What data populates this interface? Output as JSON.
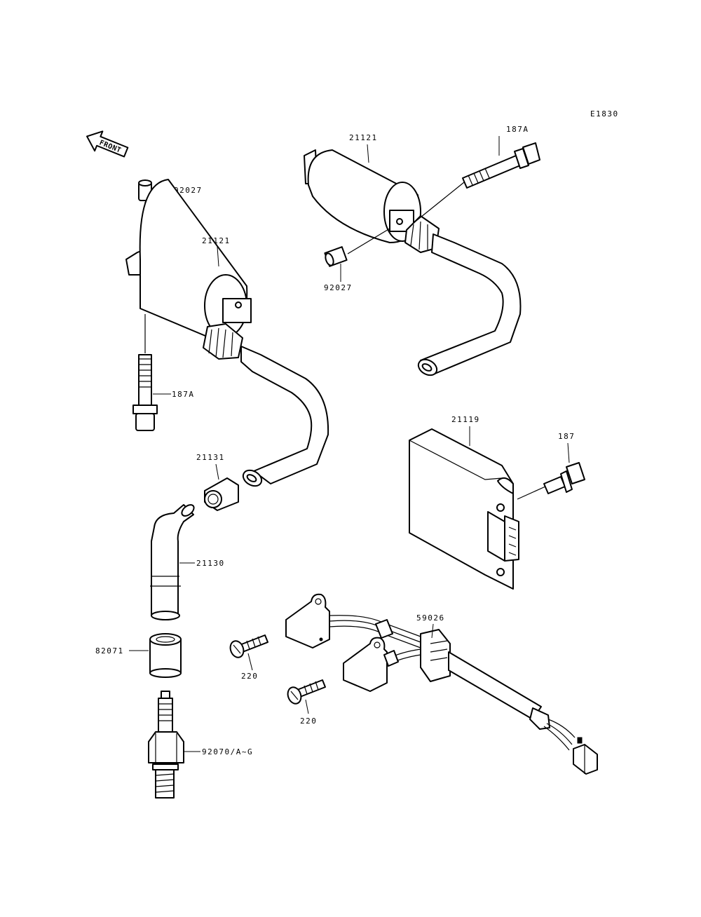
{
  "diagram": {
    "ref_code": "E1830",
    "front_label": "FRONT",
    "labels": {
      "p92027_top": "92027",
      "p21121_left": "21121",
      "p187A_left": "187A",
      "p21121_right": "21121",
      "p187A_right": "187A",
      "p92027_right": "92027",
      "p21131": "21131",
      "p21130": "21130",
      "p82071": "82071",
      "p92070": "92070/A~G",
      "p21119": "21119",
      "p187": "187",
      "p59026": "59026",
      "p220_a": "220",
      "p220_b": "220"
    }
  }
}
